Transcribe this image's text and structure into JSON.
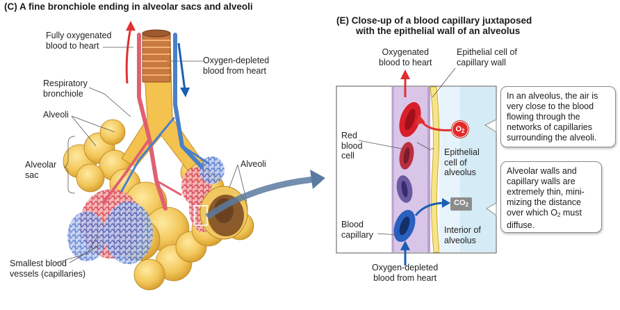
{
  "panel_c": {
    "title": "(C) A fine bronchiole ending in alveolar sacs and alveoli",
    "labels": {
      "fully_oxygenated_1": "Fully oxygenated",
      "fully_oxygenated_2": "blood to heart",
      "oxygen_depleted_1": "Oxygen-depleted",
      "oxygen_depleted_2": "blood from heart",
      "respiratory_1": "Respiratory",
      "respiratory_2": "bronchiole",
      "alveoli_left": "Alveoli",
      "alveolar_1": "Alveolar",
      "alveolar_2": "sac",
      "alveoli_right": "Alveoli",
      "smallest_1": "Smallest blood",
      "smallest_2": "vessels (capillaries)"
    }
  },
  "panel_e": {
    "title_1": "(E) Close-up of a blood capillary juxtaposed",
    "title_2": "with the epithelial wall of an alveolus",
    "labels": {
      "oxygenated_1": "Oxygenated",
      "oxygenated_2": "blood to heart",
      "epithelial_cap_1": "Epithelial cell of",
      "epithelial_cap_2": "capillary wall",
      "red_1": "Red",
      "red_2": "blood",
      "red_3": "cell",
      "epithelial_alv_1": "Epithelial",
      "epithelial_alv_2": "cell of",
      "epithelial_alv_3": "alveolus",
      "blood_cap_1": "Blood",
      "blood_cap_2": "capillary",
      "interior_1": "Interior of",
      "interior_2": "alveolus",
      "depleted_1": "Oxygen-depleted",
      "depleted_2": "blood from heart",
      "o2_badge": "O",
      "o2_sub": "2",
      "co2_badge": "CO",
      "co2_sub": "2"
    },
    "note_1": [
      "In an alveolus, the air is",
      "very close to the blood",
      "flowing through the",
      "networks of capillaries",
      "surrounding the alveoli."
    ],
    "note_2": {
      "line_1": "Alveolar walls and",
      "line_2": "capillary walls are",
      "line_3": "extremely thin, mini-",
      "line_4": "mizing the distance",
      "line_5_a": "over which O",
      "line_5_sub": "2",
      "line_5_b": " must",
      "line_6": "diffuse."
    }
  },
  "colors": {
    "oxygenated_arrow": "#e03030",
    "depleted_arrow": "#1a5fb0",
    "alveolar_tissue": "#f2c65a",
    "capillary_interior": "#d9c5e8",
    "alveolus_interior": "#d5ebf6",
    "epithelium": "#f6e48a"
  }
}
